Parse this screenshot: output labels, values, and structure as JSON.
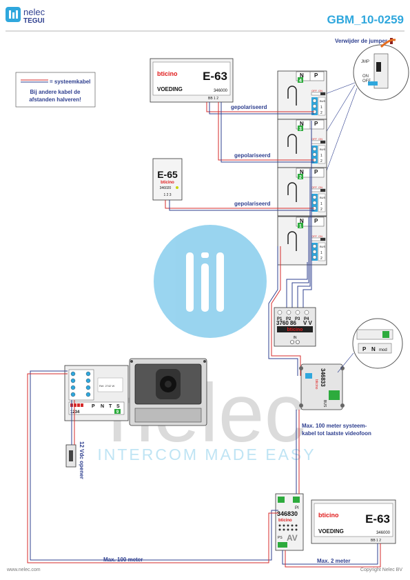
{
  "header": {
    "brand_name": "nelec",
    "brand_sub": "TEGUI",
    "doc_id": "GBM_10-0259"
  },
  "legend": {
    "cable_label": "= systeemkabel",
    "note_line1": "Bij andere kabel de",
    "note_line2": "afstanden halveren!"
  },
  "jumper_note": "Verwijder de jumper",
  "jumper_detail": {
    "jmp": "JMP",
    "on": "ON",
    "off": "OFF"
  },
  "psu_top": {
    "brand": "bticino",
    "model": "E-63",
    "label": "VOEDING",
    "code": "346000",
    "terminals": "BB 1 2"
  },
  "psu_mid": {
    "model": "E-65",
    "brand": "bticino",
    "code": "346020",
    "terminals": "1 2 3"
  },
  "psu_bottom": {
    "brand": "bticino",
    "model": "E-63",
    "label": "VOEDING",
    "code": "346000",
    "terminals": "BB 1 2"
  },
  "polarized_label": "gepolariseerd",
  "monitors": [
    {
      "n": "N",
      "p": "P",
      "num": "4",
      "off": "OFF",
      "on": "ON",
      "bus": "BUS",
      "t1": "1",
      "t2": "2"
    },
    {
      "n": "N",
      "p": "P",
      "num": "3",
      "off": "OFF",
      "on": "ON",
      "bus": "BUS",
      "t1": "1",
      "t2": "2"
    },
    {
      "n": "N",
      "p": "P",
      "num": "2",
      "off": "OFF",
      "on": "ON",
      "bus": "BUS",
      "t1": "1",
      "t2": "2"
    },
    {
      "n": "N",
      "p": "P",
      "num": "1",
      "off": "OFF",
      "on": "ON",
      "bus": "BUS",
      "t1": "1",
      "t2": "2"
    }
  ],
  "distributor": {
    "ports": [
      "P1",
      "P2",
      "P3",
      "P4"
    ],
    "code": "3760 86",
    "vv": "V V",
    "brand": "bticino",
    "in": "IN"
  },
  "interface": {
    "code": "346833",
    "brand": "bticino",
    "side": "BUS"
  },
  "zoom": {
    "p": "P",
    "n": "N",
    "mod": "mod"
  },
  "panel": {
    "ref": "Ref. 2742 W",
    "dip": "1234",
    "p": "P",
    "n": "N",
    "t": "T",
    "s": "S",
    "s_val": "9"
  },
  "lock_label": "12 Vdc opener",
  "av_unit": {
    "pi": "PI",
    "code": "346830",
    "brand": "bticino",
    "av": "AV",
    "ps": "PS"
  },
  "notes": {
    "max_systeem_1": "Max. 100 meter systeem-",
    "max_systeem_2": "kabel tot laatste videofoon",
    "max_100": "Max. 100 meter",
    "max_2": "Max. 2 meter"
  },
  "watermark": {
    "word": "nelec",
    "tagline": "INTERCOM MADE EASY"
  },
  "footer": {
    "url": "www.nelec.com",
    "copyright": "Copyright Nelec BV"
  }
}
